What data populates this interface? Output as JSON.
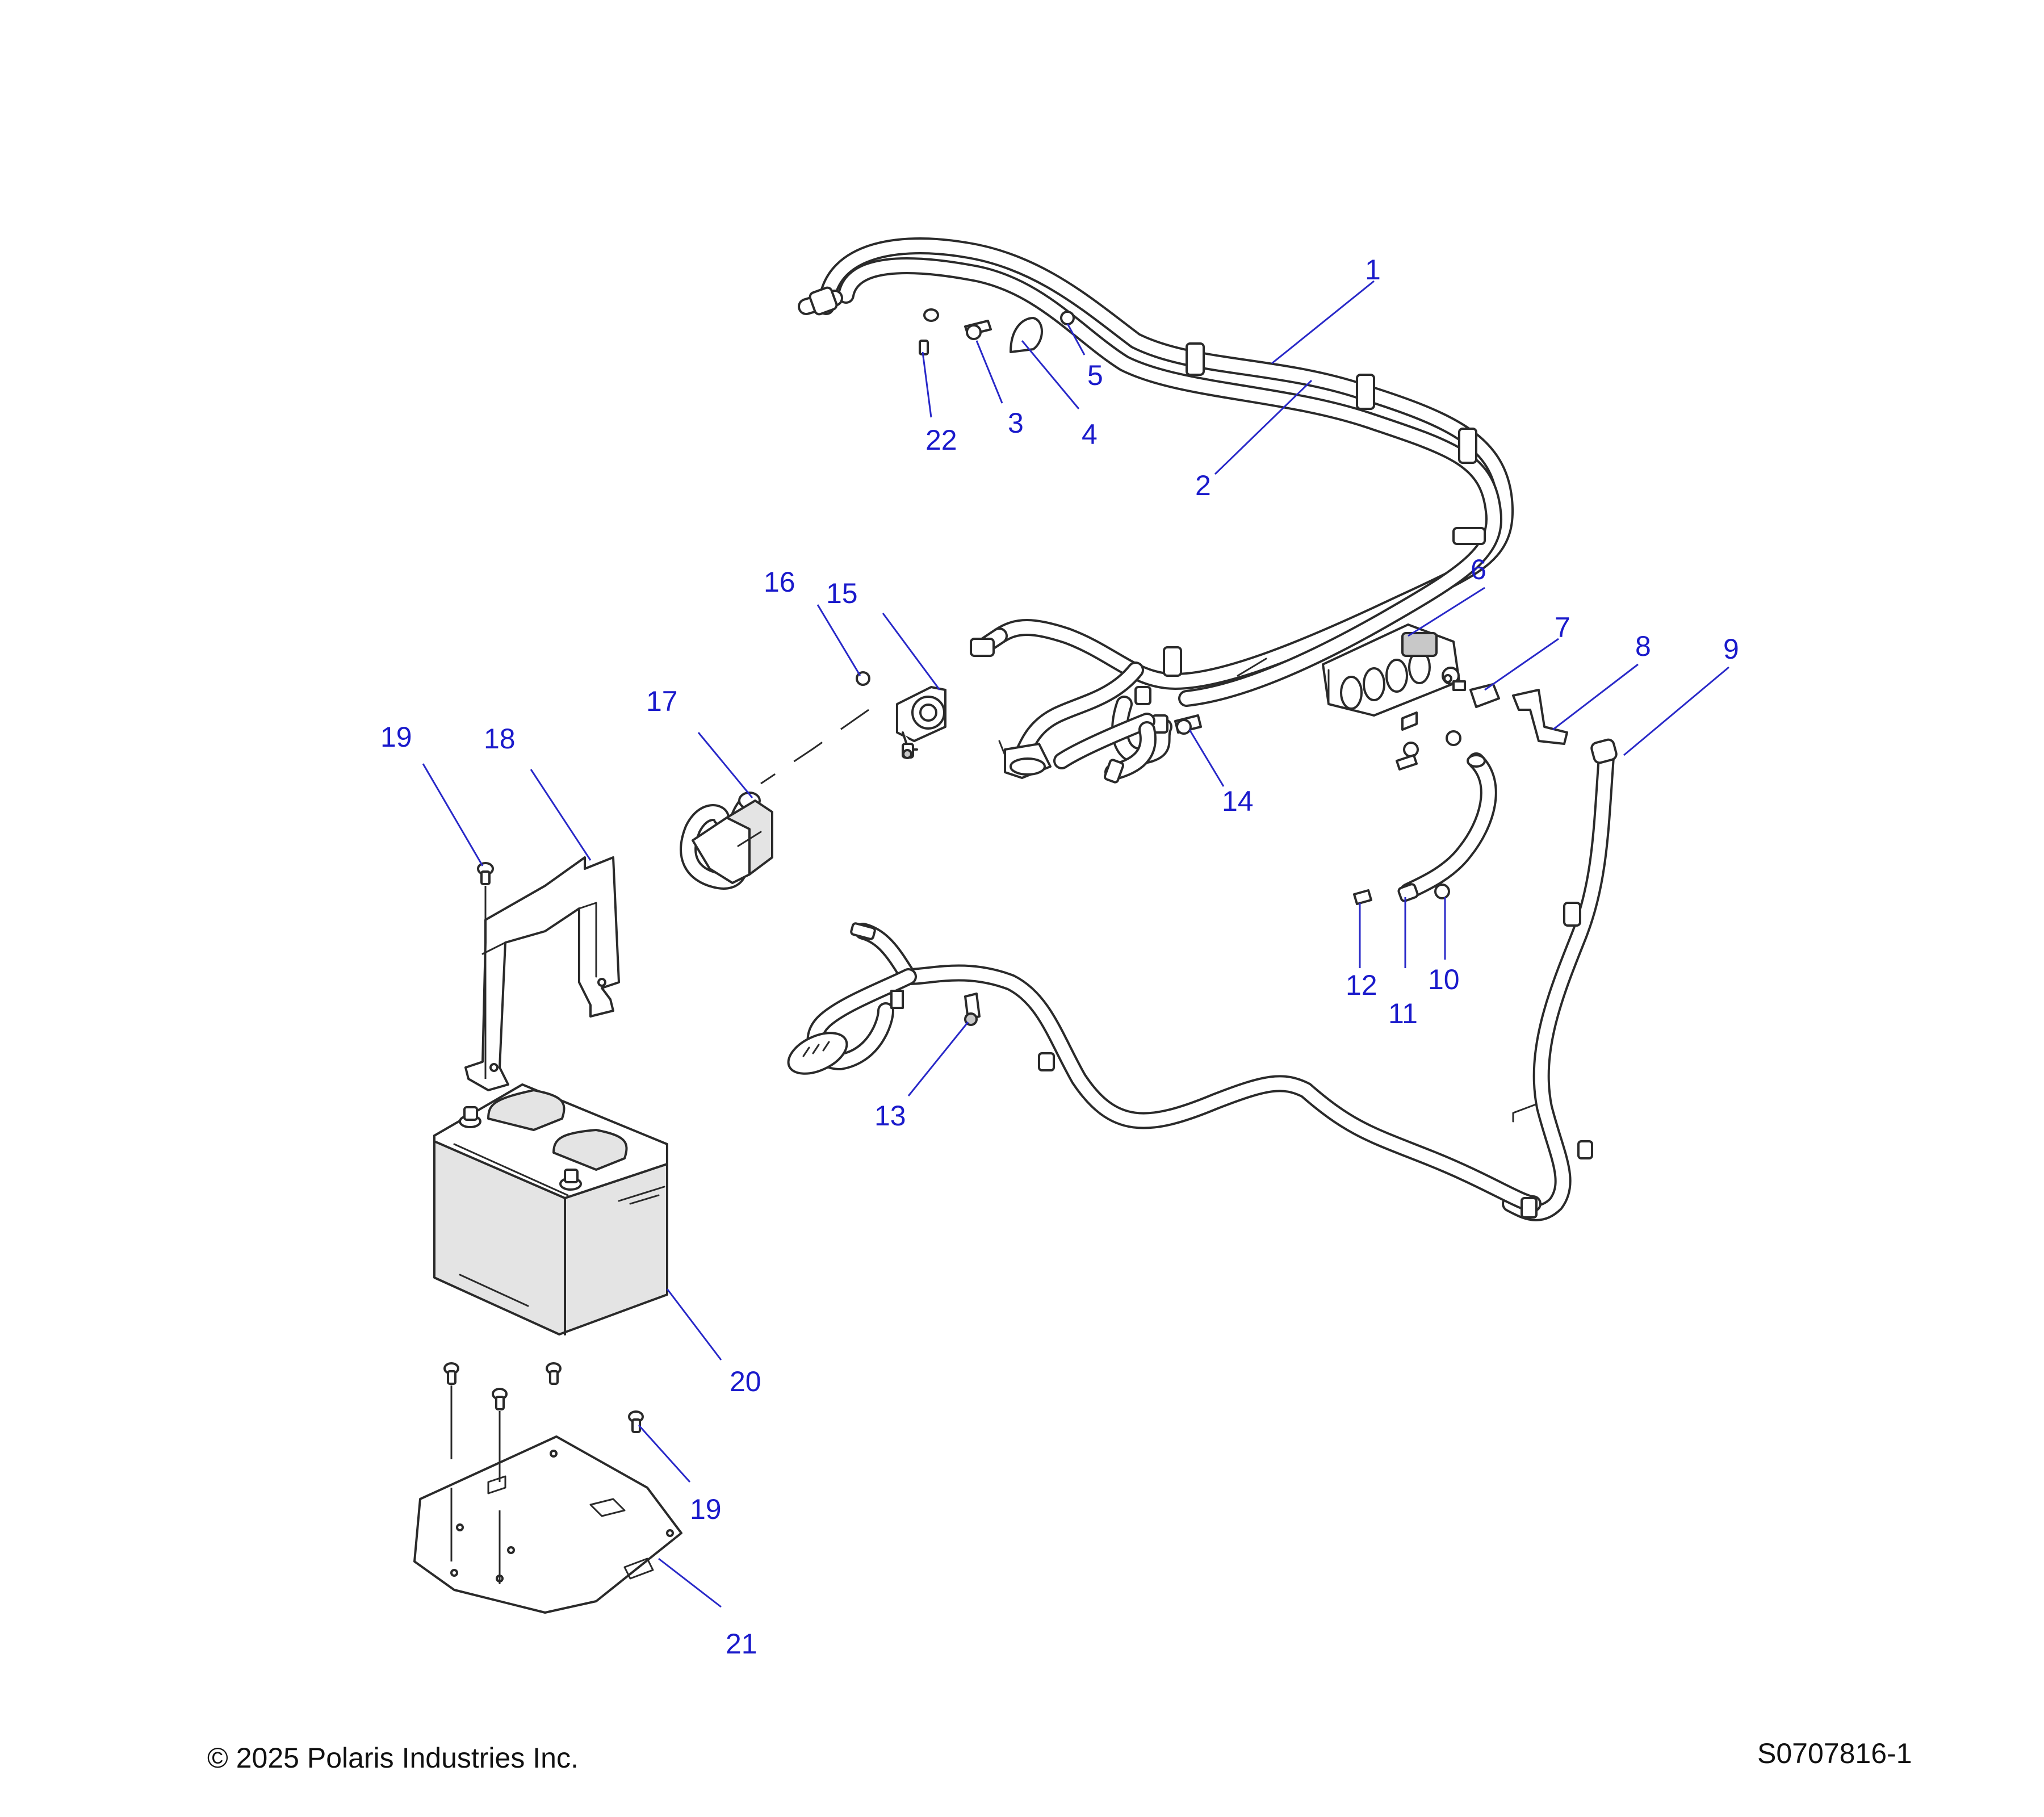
{
  "callouts": [
    {
      "label": "1"
    },
    {
      "label": "2"
    },
    {
      "label": "3"
    },
    {
      "label": "4"
    },
    {
      "label": "5"
    },
    {
      "label": "6"
    },
    {
      "label": "7"
    },
    {
      "label": "8"
    },
    {
      "label": "9"
    },
    {
      "label": "10"
    },
    {
      "label": "11"
    },
    {
      "label": "12"
    },
    {
      "label": "13"
    },
    {
      "label": "14"
    },
    {
      "label": "15"
    },
    {
      "label": "16"
    },
    {
      "label": "17"
    },
    {
      "label": "18"
    },
    {
      "label": "19"
    },
    {
      "label": "19"
    },
    {
      "label": "20"
    },
    {
      "label": "21"
    },
    {
      "label": "22"
    }
  ],
  "footer": {
    "copyright": "© 2025 Polaris Industries Inc.",
    "diagram_id": "S0707816-1"
  },
  "colors": {
    "callout_text": "#1a1acb",
    "leader_line": "#2828c8",
    "line_art": "#2a2a2a",
    "battery_body": "#e4e4e4"
  }
}
